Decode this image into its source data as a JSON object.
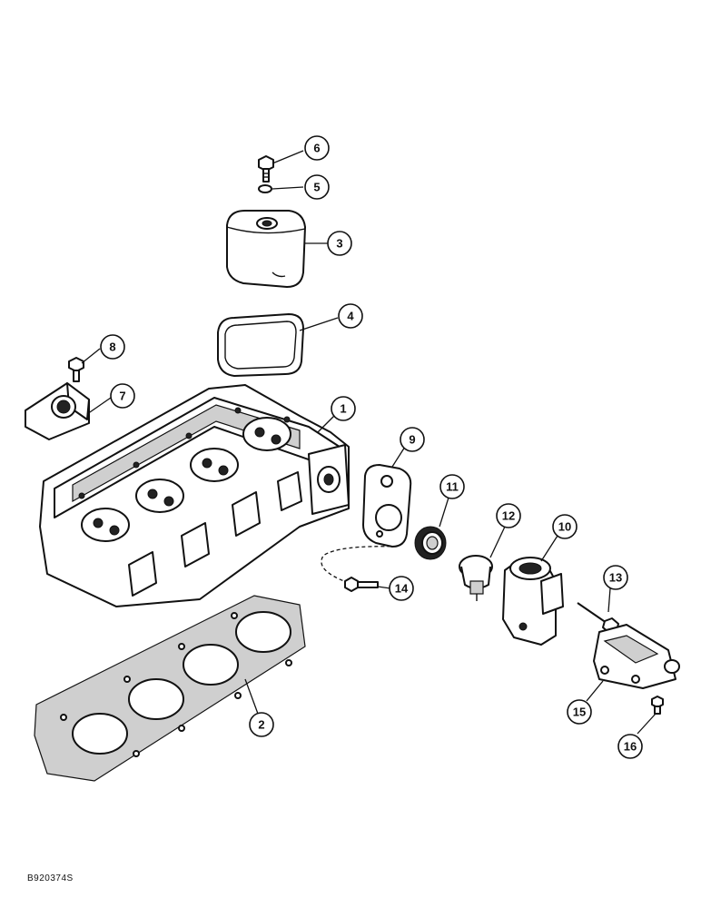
{
  "figure_code": "B920374S",
  "callouts": [
    {
      "id": "c6",
      "label": "6"
    },
    {
      "id": "c5",
      "label": "5"
    },
    {
      "id": "c3",
      "label": "3"
    },
    {
      "id": "c4",
      "label": "4"
    },
    {
      "id": "c8",
      "label": "8"
    },
    {
      "id": "c7",
      "label": "7"
    },
    {
      "id": "c1",
      "label": "1"
    },
    {
      "id": "c9",
      "label": "9"
    },
    {
      "id": "c11",
      "label": "11"
    },
    {
      "id": "c12",
      "label": "12"
    },
    {
      "id": "c10",
      "label": "10"
    },
    {
      "id": "c13",
      "label": "13"
    },
    {
      "id": "c14",
      "label": "14"
    },
    {
      "id": "c2",
      "label": "2"
    },
    {
      "id": "c15",
      "label": "15"
    },
    {
      "id": "c16",
      "label": "16"
    }
  ]
}
